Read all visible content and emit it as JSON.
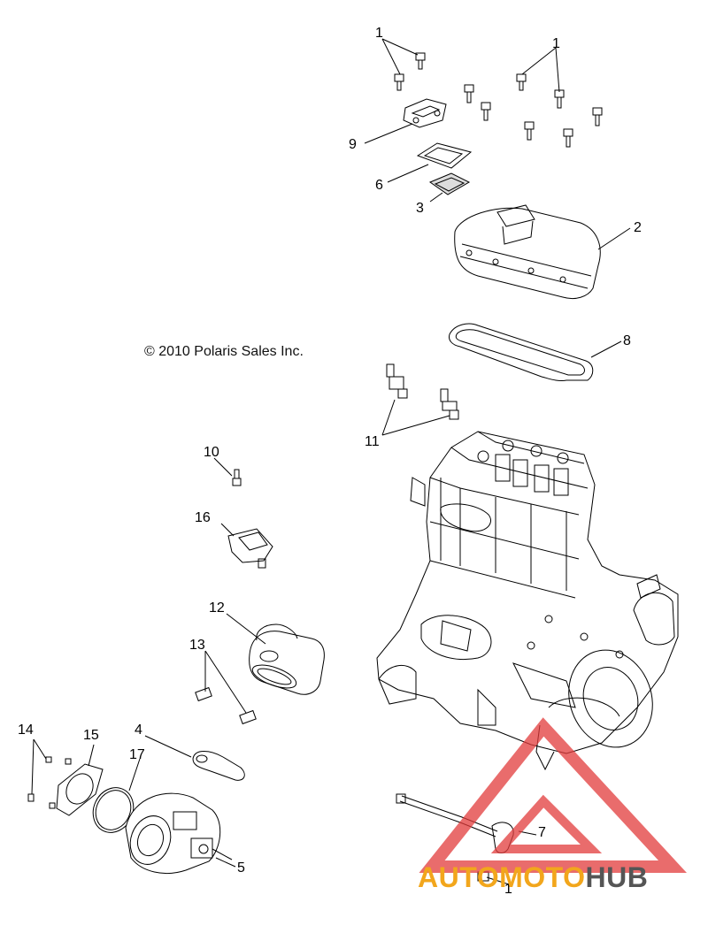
{
  "copyright": "© 2010 Polaris Sales Inc.",
  "callouts": {
    "c1a": "1",
    "c1b": "1",
    "c1c": "1",
    "c2": "2",
    "c3": "3",
    "c4": "4",
    "c5": "5",
    "c6": "6",
    "c7": "7",
    "c8": "8",
    "c9": "9",
    "c10": "10",
    "c11": "11",
    "c12": "12",
    "c13": "13",
    "c14": "14",
    "c15": "15",
    "c16": "16",
    "c17": "17"
  },
  "watermark": {
    "part1": "AUTOMOTO",
    "part2": "HUB"
  },
  "colors": {
    "line": "#000000",
    "watermark_red": "#e23b3b",
    "watermark_orange": "#f2a61c",
    "watermark_gray": "#555555"
  }
}
